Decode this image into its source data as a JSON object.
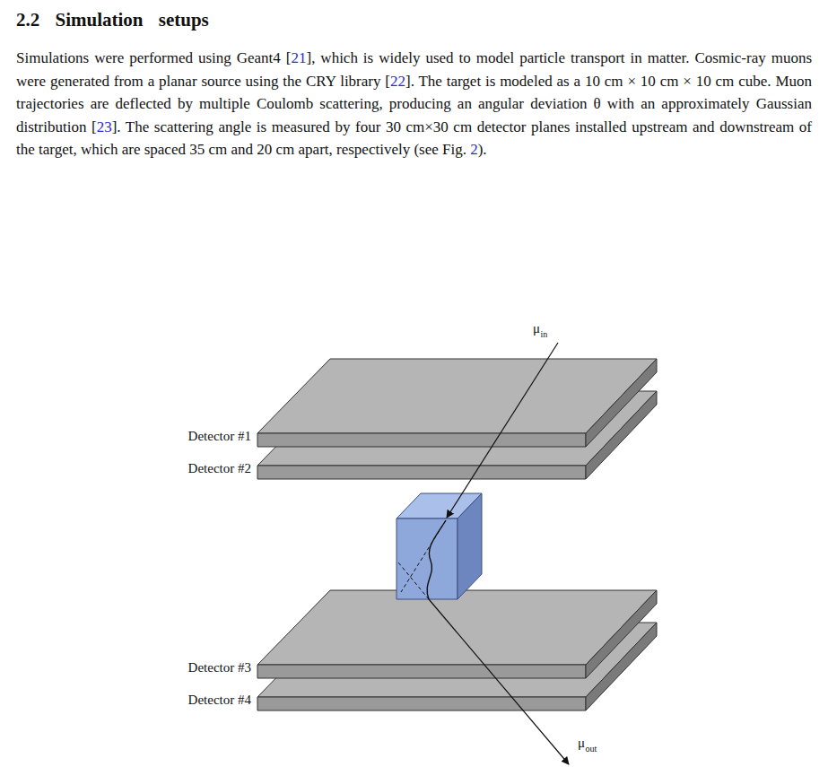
{
  "diagram": {
    "title": "2.2 Simulation setups",
    "labels": [
      "Simulations were performed using Geant4 [",
      "21",
      "], which is widely used to model particle transport in matter. Cosmic-ray muons were generated from a planar source using the CRY library [",
      "22",
      "]. The target is modeled as a 10 cm × 10 cm × 10 cm cube. Muon trajectories are deflected by multiple Coulomb scattering, producing an angular deviation θ with an approximately Gaussian distribution [",
      "23",
      "]. The scattering angle is measured by four 30 cm×30 cm detector planes installed upstream and downstream of the target, which are spaced 35 cm and 20 cm apart, respectively (see Fig. ",
      "2",
      ").",
      "Detector #1",
      "Detector #2",
      "Detector #3",
      "Detector #4",
      "μ",
      "in",
      "μ",
      "out"
    ]
  }
}
